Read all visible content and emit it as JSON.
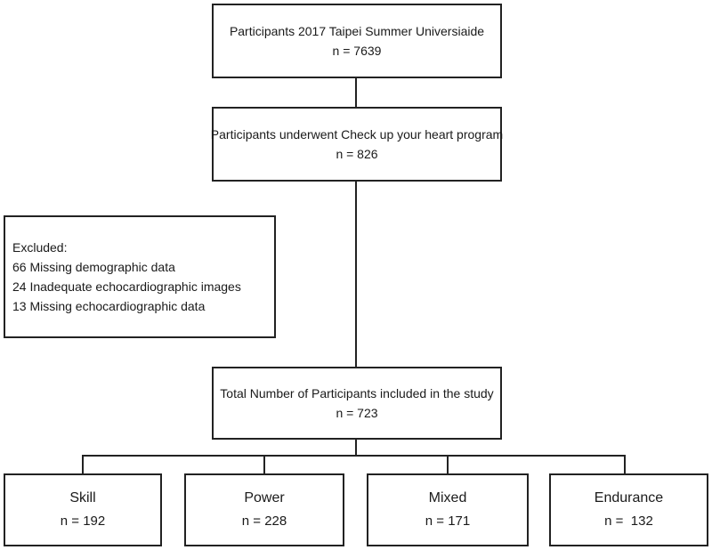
{
  "flowchart": {
    "top": {
      "title": "Participants 2017 Taipei Summer Universiaide",
      "n": "n = 7639"
    },
    "checkup": {
      "title": "Participants underwent Check up your heart program",
      "n": "n = 826"
    },
    "excluded": {
      "heading": "Excluded:",
      "items": [
        "66 Missing demographic data",
        "24 Inadequate echocardiographic images",
        "13 Missing echocardiographic data"
      ]
    },
    "total": {
      "title": "Total Number of Participants included in the study",
      "n": "n = 723"
    },
    "groups": [
      {
        "name": "Skill",
        "n": "n = 192"
      },
      {
        "name": "Power",
        "n": "n = 228"
      },
      {
        "name": "Mixed",
        "n": "n = 171"
      },
      {
        "name": "Endurance",
        "n": "n =  132"
      }
    ]
  }
}
